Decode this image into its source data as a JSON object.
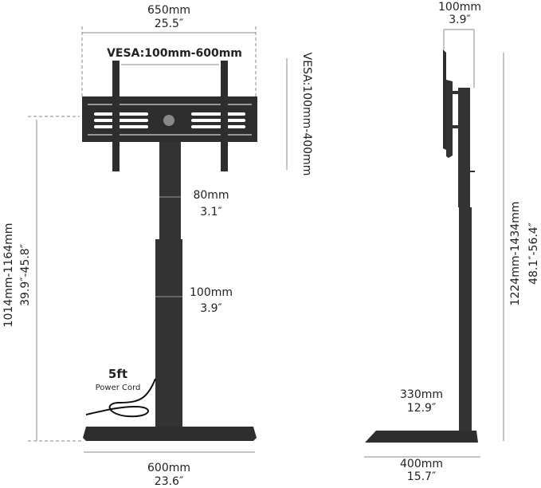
{
  "front_view": {
    "overall_width_mm": "650mm",
    "overall_width_in": "25.5″",
    "vesa_horizontal": "VESA:100mm-600mm",
    "vesa_vertical": "VESA:100mm-400mm",
    "upper_adjust_mm": "80mm",
    "upper_adjust_in": "3.1″",
    "lower_adjust_mm": "100mm",
    "lower_adjust_in": "3.9″",
    "height_range_mm": "1014mm-1164mm",
    "height_range_in": "39.9″-45.8″",
    "cord_length": "5ft",
    "cord_label": "Power Cord",
    "base_width_mm": "600mm",
    "base_width_in": "23.6″"
  },
  "side_view": {
    "tilt_depth_mm": "100mm",
    "tilt_depth_in": "3.9″",
    "height_range_mm": "1224mm-1434mm",
    "height_range_in": "48.1″-56.4″",
    "pole_offset_mm": "330mm",
    "pole_offset_in": "12.9″",
    "base_depth_mm": "400mm",
    "base_depth_in": "15.7″"
  },
  "colors": {
    "metal": "#2e2e2e",
    "dim_line": "#777777"
  }
}
